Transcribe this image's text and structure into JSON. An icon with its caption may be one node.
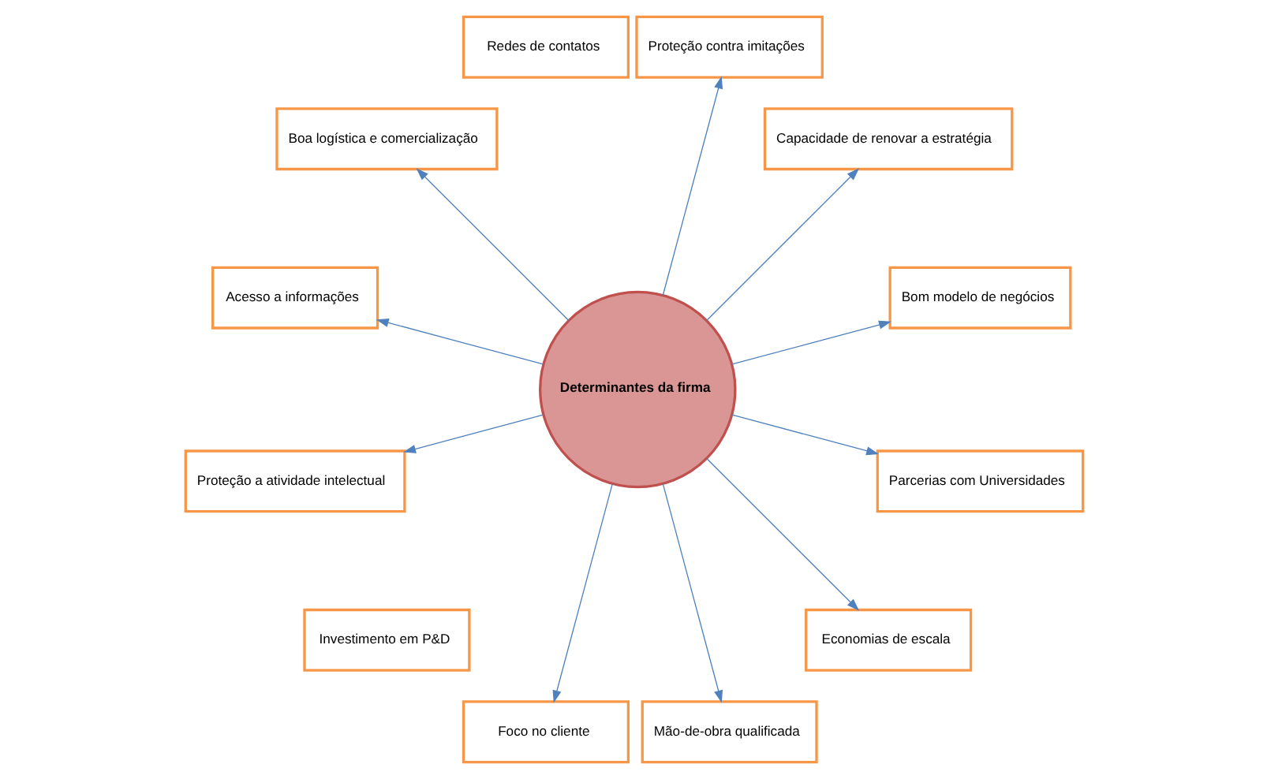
{
  "diagram": {
    "nodes": [
      {
        "text": [
          "Bom modelo de negócios"
        ]
      },
      {
        "text": [
          "Capacidade de renovar a estratégia"
        ]
      },
      {
        "text": [
          "Proteção contra imitações"
        ]
      },
      {
        "text": [
          "Redes de contatos"
        ]
      },
      {
        "text": [
          "Boa logística e comercialização"
        ]
      },
      {
        "text": [
          "Determinantes da firma"
        ]
      },
      {
        "text": [
          "Acesso a informações"
        ]
      },
      {
        "text": [
          "Proteção a atividade intelectual"
        ]
      },
      {
        "text": [
          "Investimento em P&D"
        ]
      },
      {
        "text": [
          "Foco no cliente"
        ]
      },
      {
        "text": [
          "Mão-de-obra qualificada"
        ]
      },
      {
        "text": [
          "Economias de escala"
        ]
      },
      {
        "text": [
          "Parcerias com Universidades"
        ]
      }
    ],
    "edges": [
      {
        "from": 5,
        "to": 0,
        "arrow": "to"
      },
      {
        "from": 5,
        "to": 1,
        "arrow": "to"
      },
      {
        "from": 5,
        "to": 2,
        "arrow": "to"
      },
      {
        "from": 5,
        "to": 4,
        "arrow": "to"
      },
      {
        "from": 5,
        "to": 6,
        "arrow": "to"
      },
      {
        "from": 5,
        "to": 7,
        "arrow": "to"
      },
      {
        "from": 5,
        "to": 9,
        "arrow": "to"
      },
      {
        "from": 5,
        "to": 10,
        "arrow": "to"
      },
      {
        "from": 5,
        "to": 11,
        "arrow": "to"
      },
      {
        "from": 5,
        "to": 12,
        "arrow": "to"
      }
    ]
  }
}
